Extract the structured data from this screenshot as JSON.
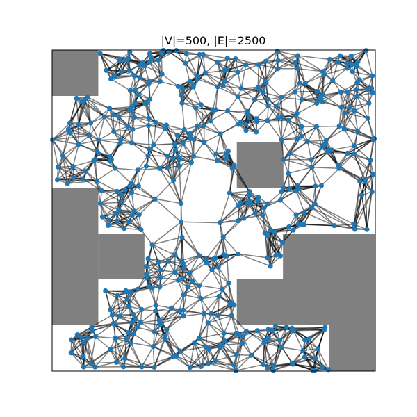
{
  "chart_data": {
    "type": "scatter",
    "title": "|V|=500, |E|=2500",
    "xlim": [
      0,
      7
    ],
    "ylim": [
      0,
      7
    ],
    "grid": false,
    "legend": "none",
    "node_count": 500,
    "edge_count": 2500,
    "colors": {
      "node": "#1f77b4",
      "edge": "#000000",
      "obstacle": "#808080",
      "background": "#ffffff"
    },
    "obstacles": [
      {
        "x": [
          0,
          1
        ],
        "y": [
          6,
          7
        ]
      },
      {
        "x": [
          4,
          5
        ],
        "y": [
          4,
          5
        ]
      },
      {
        "x": [
          0,
          1
        ],
        "y": [
          1,
          4
        ]
      },
      {
        "x": [
          1,
          2
        ],
        "y": [
          2,
          3
        ]
      },
      {
        "x": [
          5,
          7
        ],
        "y": [
          2,
          3
        ]
      },
      {
        "x": [
          4,
          7
        ],
        "y": [
          1,
          2
        ]
      },
      {
        "x": [
          6,
          7
        ],
        "y": [
          0,
          1
        ]
      }
    ]
  }
}
